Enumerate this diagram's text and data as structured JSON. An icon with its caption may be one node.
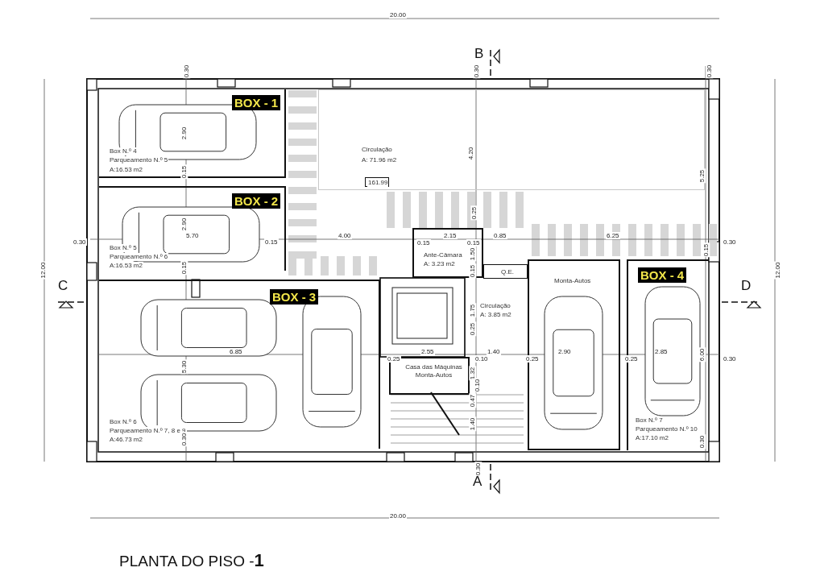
{
  "diagram": {
    "title": "PLANTA DO PISO -**1**",
    "nodes": [
      {
        "text": [
          "BOX - 1",
          "Box N.º 4",
          "Parqueamento N.º 5",
          "A:16.53 m2"
        ]
      },
      {
        "text": [
          "BOX - 2",
          "Box N.º 5",
          "Parqueamento N.º 6",
          "A:16.53 m2"
        ]
      },
      {
        "text": [
          "BOX - 3",
          "Box N.º 6",
          "Parqueamento N.º 7, 8 e 9",
          "A:46.73 m2"
        ]
      },
      {
        "text": [
          "Circulação",
          "A: 71.96 m2"
        ]
      },
      {
        "text": [
          "161.99"
        ],
        "in": 3
      },
      {
        "text": [
          "Ante-Câmara",
          "A: 3.23 m2"
        ]
      },
      {
        "text": [
          "Q.E."
        ]
      },
      {
        "text": [
          "Monta-Autos"
        ]
      },
      {
        "text": [
          "Circulação",
          "A: 3.85 m2"
        ]
      },
      {
        "text": [
          "Casa das Máquinas Monta-Autos"
        ]
      },
      {
        "text": [
          "BOX - 4",
          "Box N.º 7",
          "Parqueamento N.º 10",
          "A:17.10 m2"
        ]
      }
    ],
    "labels": [
      "20.00",
      "B",
      "0.30",
      "0.30",
      "0.30",
      "12.00",
      "2.90",
      "0.15",
      "4.20",
      "5.25",
      "2.90",
      "0.30",
      "5.70",
      "0.15",
      "4.00",
      "0.15",
      "2.15",
      "0.15",
      "0.85",
      "6.25",
      "0.15",
      "0.30",
      "12.00",
      "0.25",
      "1.50",
      "0.15",
      "0.15",
      "C",
      "D",
      "1.75",
      "0.25",
      "6.85",
      "5.30",
      "0.25",
      "2.55",
      "0.10",
      "1.40",
      "0.25",
      "2.90",
      "0.25",
      "2.85",
      "6.00",
      "0.30",
      "1.32",
      "0.10",
      "0.47",
      "1.40",
      "0.30",
      "0.30",
      "0.30",
      "A",
      "20.00"
    ]
  }
}
